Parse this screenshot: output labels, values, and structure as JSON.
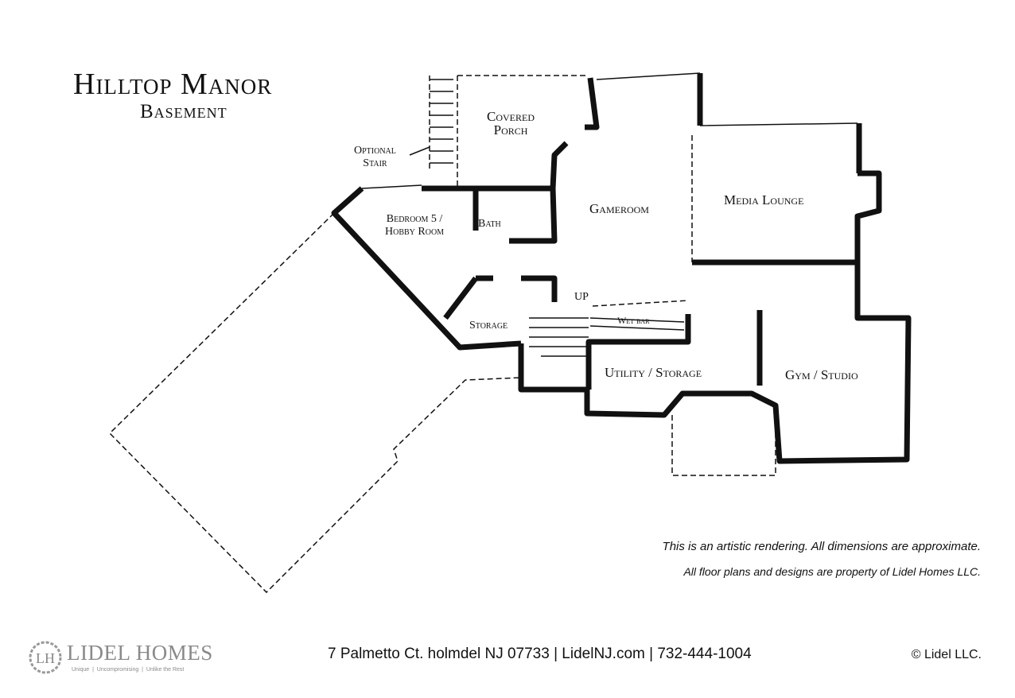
{
  "header": {
    "title": "Hilltop Manor",
    "subtitle": "Basement"
  },
  "rooms": {
    "covered_porch": [
      "Covered",
      "Porch"
    ],
    "optional_stair": [
      "Optional",
      "Stair"
    ],
    "gameroom": "Gameroom",
    "media_lounge": "Media Lounge",
    "bedroom": [
      "Bedroom 5 /",
      "Hobby Room"
    ],
    "bath": "Bath",
    "storage": "Storage",
    "up": "UP",
    "wet_bar": "Wet bar",
    "utility": "Utility / Storage",
    "gym": "Gym / Studio"
  },
  "notes": {
    "line1": "This is an artistic rendering. All dimensions are approximate.",
    "line2": "All floor plans and designs are property of Lidel Homes LLC."
  },
  "footer": {
    "logo_name": "LIDEL HOMES",
    "logo_monogram": "LH",
    "logo_tagline": "Unique  |  Uncompromising  |  Unlike the Rest",
    "address": "7 Palmetto Ct. holmdel NJ 07733  |  LidelNJ.com  |  732-444-1004",
    "copyright": "© Lidel LLC."
  }
}
